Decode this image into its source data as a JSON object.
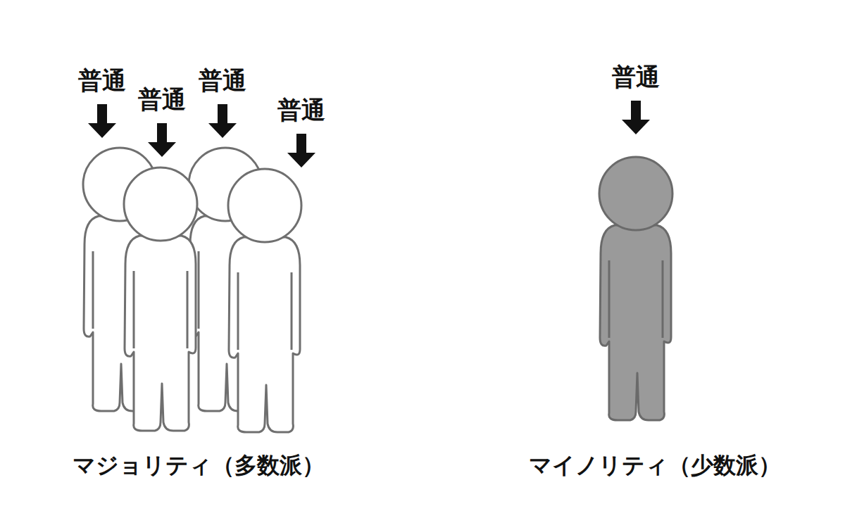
{
  "diagram": {
    "labels": [
      "普通",
      "普通",
      "普通",
      "普通",
      "普通",
      "マジョリティ（多数派）",
      "マイノリティ（少数派）"
    ]
  }
}
